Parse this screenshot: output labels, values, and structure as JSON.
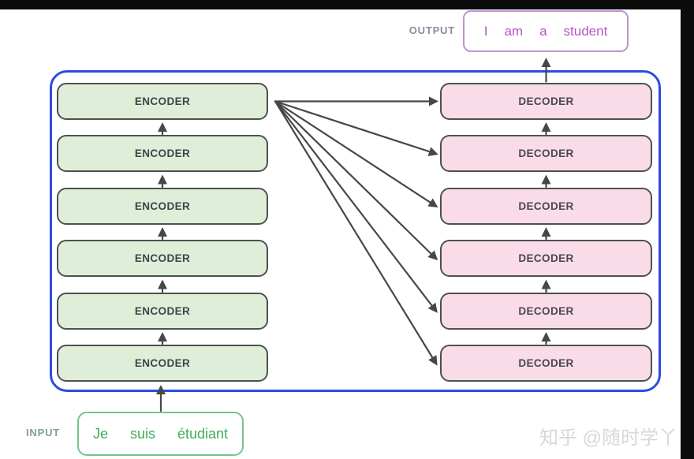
{
  "frame": {
    "top_bar_color": "#0b0b0b",
    "right_bar_color": "#0b0b0b"
  },
  "output": {
    "label": "OUTPUT",
    "words": [
      "I",
      "am",
      "a",
      "student"
    ],
    "box_border_color": "#c292d2",
    "text_color": "#b457c6",
    "label_color": "#8f8a9e"
  },
  "input": {
    "label": "INPUT",
    "words": [
      "Je",
      "suis",
      "étudiant"
    ],
    "box_border_color": "#76c58c",
    "text_color": "#3fae58",
    "label_color": "#7fa28b"
  },
  "stack": {
    "container_border_color": "#2b4ce1",
    "encoders": [
      "ENCODER",
      "ENCODER",
      "ENCODER",
      "ENCODER",
      "ENCODER",
      "ENCODER"
    ],
    "decoders": [
      "DECODER",
      "DECODER",
      "DECODER",
      "DECODER",
      "DECODER",
      "DECODER"
    ],
    "encoder_fill": "#dfeed8",
    "decoder_fill": "#fadce9",
    "box_border_color": "#4d514e",
    "box_label_color": "#3f4448"
  },
  "arrows": {
    "color": "#45484b",
    "flow": [
      "INPUT feeds bottom ENCODER",
      "each ENCODER feeds the ENCODER above it",
      "top ENCODER fans out to all six DECODERs",
      "each DECODER feeds the DECODER above it",
      "top DECODER produces OUTPUT"
    ]
  },
  "watermark": {
    "text": "知乎 @随时学丫",
    "color": "#d8d8d8"
  }
}
